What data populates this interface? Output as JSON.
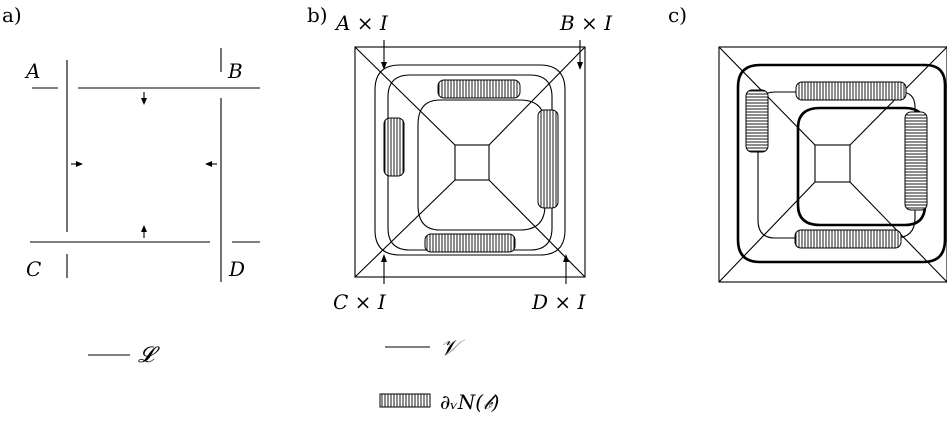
{
  "panels": {
    "a": {
      "tag": "a)",
      "labels": {
        "A": "A",
        "B": "B",
        "C": "C",
        "D": "D"
      }
    },
    "b": {
      "tag": "b)",
      "labels": {
        "A": "A × I",
        "B": "B × I",
        "C": "C × I",
        "D": "D × I"
      }
    },
    "c": {
      "tag": "c)"
    }
  },
  "legend": {
    "L": "𝓛",
    "V": "𝒱",
    "band": "∂ᵥN(𝒷)"
  }
}
